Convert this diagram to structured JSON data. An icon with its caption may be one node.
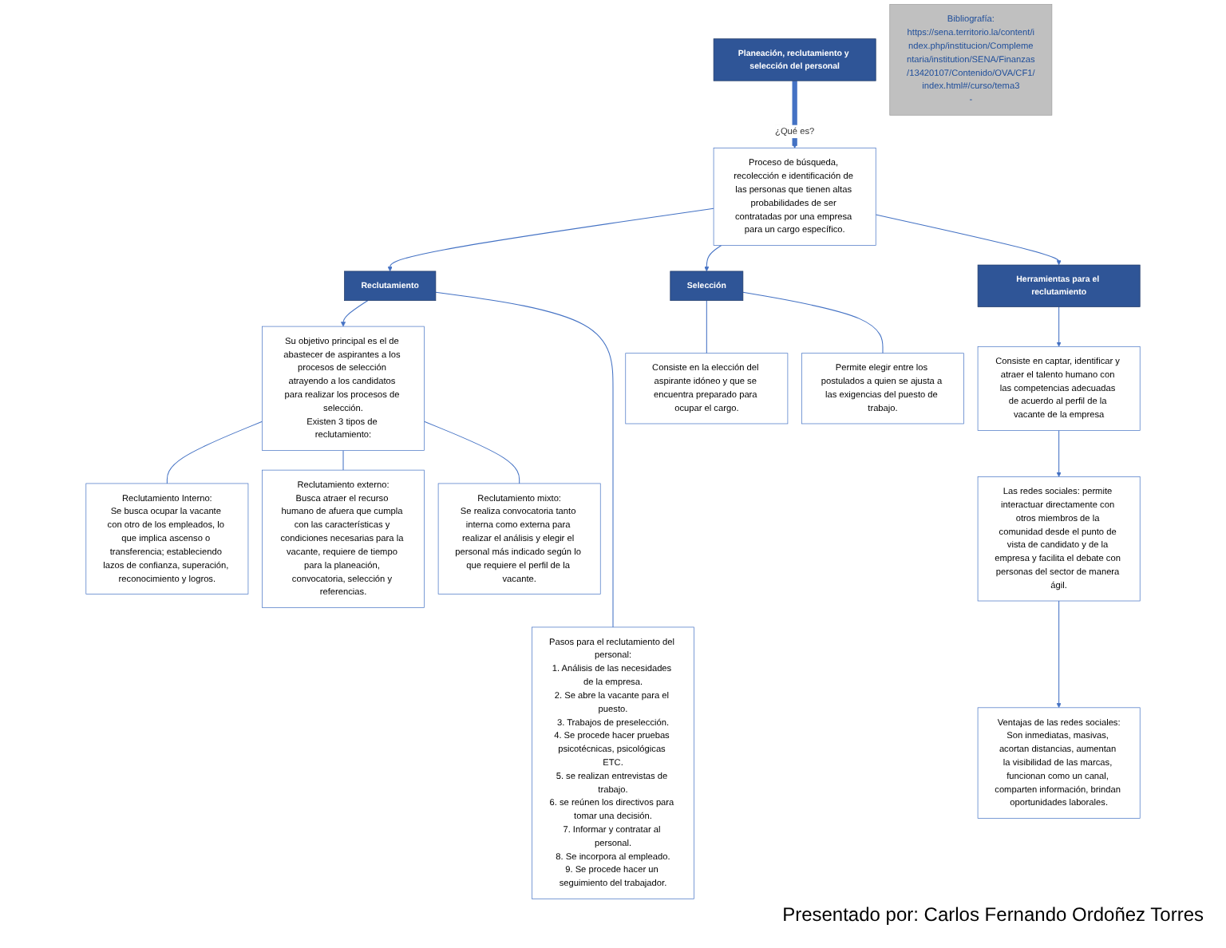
{
  "diagram": {
    "nodes": [
      {
        "text": [
          "Planeación, reclutamiento y selección del personal"
        ]
      },
      {
        "text": [
          "Proceso de búsqueda, recolección e identificación de las personas que tienen altas probabilidades de ser contratadas por una empresa para un cargo específico."
        ]
      },
      {
        "text": [
          "Reclutamiento"
        ]
      },
      {
        "text": [
          "Pasos para el reclutamiento del personal:",
          "1. Análisis de las necesidades de la empresa.",
          "2. Se abre la vacante para el puesto.",
          "3. Trabajos de preselección.",
          "4. Se procede hacer pruebas psicotécnicas, psicológicas ETC.",
          "5. se realizan entrevistas de trabajo.",
          "6. se reúnen los directivos para tomar una decisión.",
          "7. Informar y contratar al personal.",
          "8. Se incorpora al empleado.",
          "9. Se procede hacer un seguimiento del trabajador."
        ]
      },
      {
        "text": [
          "Su objetivo principal es el de abastecer de aspirantes a los procesos de selección atrayendo a los candidatos para realizar los procesos de selección.",
          "Existen 3 tipos de reclutamiento:"
        ]
      },
      {
        "text": [
          "Reclutamiento Interno:",
          "Se busca ocupar la vacante con otro de los empleados, lo que implica ascenso o transferencia; estableciendo lazos de confianza, superación, reconocimiento y logros."
        ]
      },
      {
        "text": [
          "Reclutamiento externo:",
          "Busca atraer el recurso humano de afuera que cumpla con las características y condiciones necesarias para la vacante, requiere de tiempo para la planeación, convocatoria, selección y referencias."
        ]
      },
      {
        "text": [
          "Reclutamiento mixto:",
          "Se realiza convocatoria tanto interna como externa para realizar el análisis y elegir el personal más indicado según lo que requiere el perfil de la vacante."
        ]
      },
      {
        "text": [
          "Herramientas para el reclutamiento"
        ]
      },
      {
        "text": [
          "Consiste en captar, identificar y atraer el talento humano con las competencias adecuadas de acuerdo al perfil de la vacante de la empresa"
        ]
      },
      {
        "text": [
          "Las redes sociales: permite interactuar directamente con otros miembros de la comunidad desde el punto de vista de candidato y de la empresa y facilita el debate con personas del sector de manera ágil."
        ]
      },
      {
        "text": [
          "Ventajas de las redes sociales:",
          "Son inmediatas, masivas, acortan distancias, aumentan la visibilidad de las marcas, funcionan como un canal, comparten información, brindan oportunidades laborales."
        ]
      },
      {
        "text": [
          "Selección"
        ]
      },
      {
        "text": [
          "Consiste en la elección del aspirante idóneo y que se encuentra preparado para ocupar el cargo."
        ]
      },
      {
        "text": [
          "Permite elegir entre los postulados a quien se ajusta a las exigencias del puesto de trabajo."
        ]
      },
      {
        "text": [
          "Bibliografía:",
          "https://sena.territorio.la/content/index.php/institucion/Complementaria/institution/SENA/Finanzas/13420107/Contenido/OVA/CF1/index.html#/curso/tema3",
          "-"
        ]
      }
    ],
    "edges": [
      {
        "from": 0,
        "to": 1,
        "arrow": "to",
        "label": "¿Qué es?",
        "style": "thick"
      },
      {
        "from": 1,
        "to": 2,
        "arrow": "to"
      },
      {
        "from": 1,
        "to": 8,
        "arrow": "to"
      },
      {
        "from": 1,
        "to": 12,
        "arrow": "to"
      },
      {
        "from": 2,
        "to": 4,
        "arrow": "to"
      },
      {
        "from": 2,
        "to": 3,
        "arrow": "none"
      },
      {
        "from": 4,
        "to": 5,
        "arrow": "none"
      },
      {
        "from": 4,
        "to": 6,
        "arrow": "none"
      },
      {
        "from": 4,
        "to": 7,
        "arrow": "none"
      },
      {
        "from": 8,
        "to": 9,
        "arrow": "to"
      },
      {
        "from": 9,
        "to": 10,
        "arrow": "to"
      },
      {
        "from": 10,
        "to": 11,
        "arrow": "to"
      },
      {
        "from": 12,
        "to": 13,
        "arrow": "none"
      },
      {
        "from": 12,
        "to": 14,
        "arrow": "none"
      }
    ],
    "labels": [
      "Presentado por: Carlos Fernando Ordoñez Torres"
    ]
  }
}
